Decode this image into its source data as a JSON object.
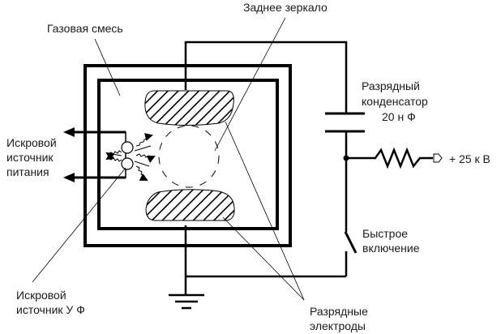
{
  "title": "Схема азотного лазера",
  "labels": {
    "gas_mixture": "Газовая смесь",
    "rear_mirror": "Заднее зеркало",
    "discharge_capacitor_line1": "Разрядный",
    "discharge_capacitor_line2": "конденсатор",
    "capacitance": "20 н Ф",
    "voltage": "+ 25  к В",
    "spark_power_line1": "Искровой",
    "spark_power_line2": "источник",
    "spark_power_line3": "питания",
    "fast_switch_line1": "Быстрое",
    "fast_switch_line2": "включение",
    "uv_source_line1": "Искровой",
    "uv_source_line2": "источник У Ф",
    "electrodes_line1": "Разрядные",
    "electrodes_line2": "электроды"
  },
  "components": [
    {
      "id": "outer-chamber",
      "name": "Корпус"
    },
    {
      "id": "inner-chamber",
      "name": "Разрядная камера"
    },
    {
      "id": "top-electrode",
      "name": "Верхний электрод"
    },
    {
      "id": "bottom-electrode",
      "name": "Нижний электрод"
    },
    {
      "id": "capacitor",
      "name": "Разрядный конденсатор",
      "value": "20 нФ"
    },
    {
      "id": "resistor",
      "name": "Зарядный резистор"
    },
    {
      "id": "switch",
      "name": "Быстрое включение"
    },
    {
      "id": "ground",
      "name": "Заземление"
    },
    {
      "id": "spark-gap",
      "name": "Искровой источник УФ"
    }
  ],
  "colors": {
    "line": "#000000",
    "text": "#1a1a1a",
    "background": "#ffffff"
  }
}
